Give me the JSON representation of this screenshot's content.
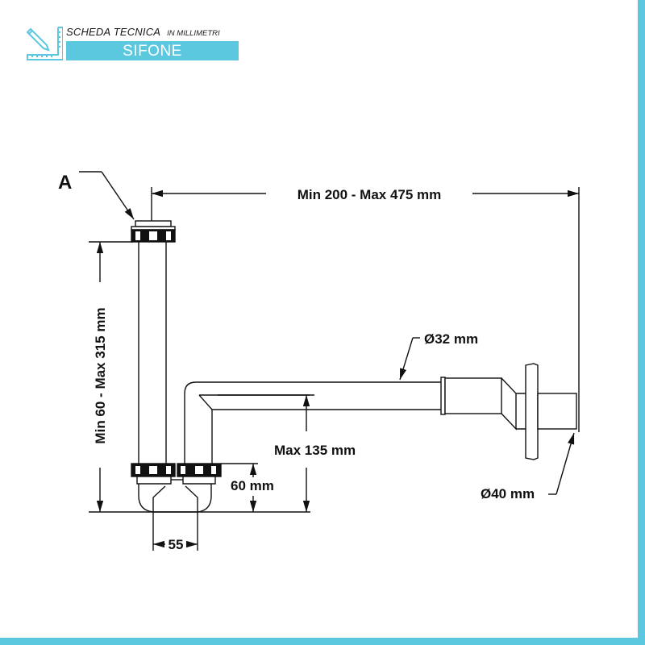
{
  "header": {
    "title": "SCHEDA TECNICA",
    "unit_note": "IN MILLIMETRI",
    "product": "SIFONE",
    "icon": "ruler-pencil-icon"
  },
  "colors": {
    "accent": "#5bc8df",
    "line": "#111111"
  },
  "labels": {
    "part_a": "A",
    "width_range": "Min 200 - Max 475 mm",
    "height_range": "Min 60 - Max 315 mm",
    "pipe_diameter": "Ø32 mm",
    "outlet_diameter": "Ø40 mm",
    "max_depth": "Max 135 mm",
    "trap_height": "60 mm",
    "trap_spacing": "55"
  }
}
